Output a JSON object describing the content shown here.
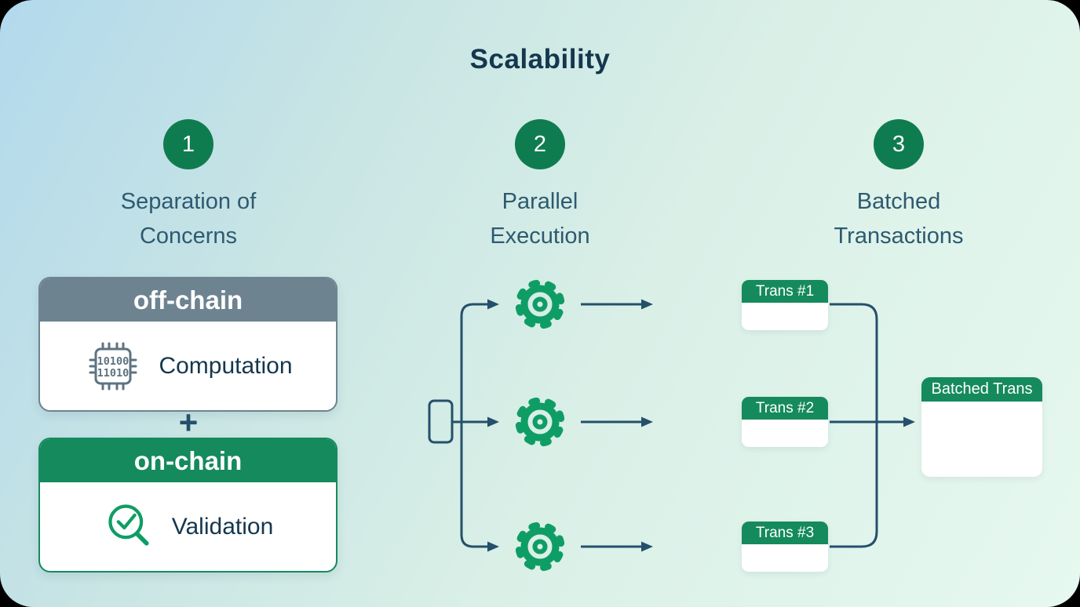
{
  "title": "Scalability",
  "steps": [
    {
      "number": "1",
      "label_line1": "Separation of",
      "label_line2": "Concerns"
    },
    {
      "number": "2",
      "label_line1": "Parallel",
      "label_line2": "Execution"
    },
    {
      "number": "3",
      "label_line1": "Batched",
      "label_line2": "Transactions"
    }
  ],
  "separation_of_concerns": {
    "offchain": {
      "header": "off-chain",
      "item_label": "Computation",
      "icon": "chip-icon",
      "chip_line1": "10100",
      "chip_line2": "11010"
    },
    "plus_sign": "+",
    "onchain": {
      "header": "on-chain",
      "item_label": "Validation",
      "icon": "magnifier-check-icon"
    }
  },
  "parallel_execution": {
    "icon": "gear-icon",
    "gear_count": 3
  },
  "batched_transactions": {
    "transactions": [
      {
        "label": "Trans #1"
      },
      {
        "label": "Trans #2"
      },
      {
        "label": "Trans #3"
      }
    ],
    "batched_box": {
      "header": "Batched Trans"
    }
  },
  "colors": {
    "background_blue": "#b2d9ec",
    "background_mint": "#e6f8f0",
    "title_navy": "#14374e",
    "label_slate": "#2e5a70",
    "circle_green": "#0f7c50",
    "header_green": "#158a5d",
    "gear_green": "#0f9d66",
    "header_gray": "#6e8390",
    "chip_gray": "#5d7380",
    "arrow_navy": "#24506b"
  }
}
